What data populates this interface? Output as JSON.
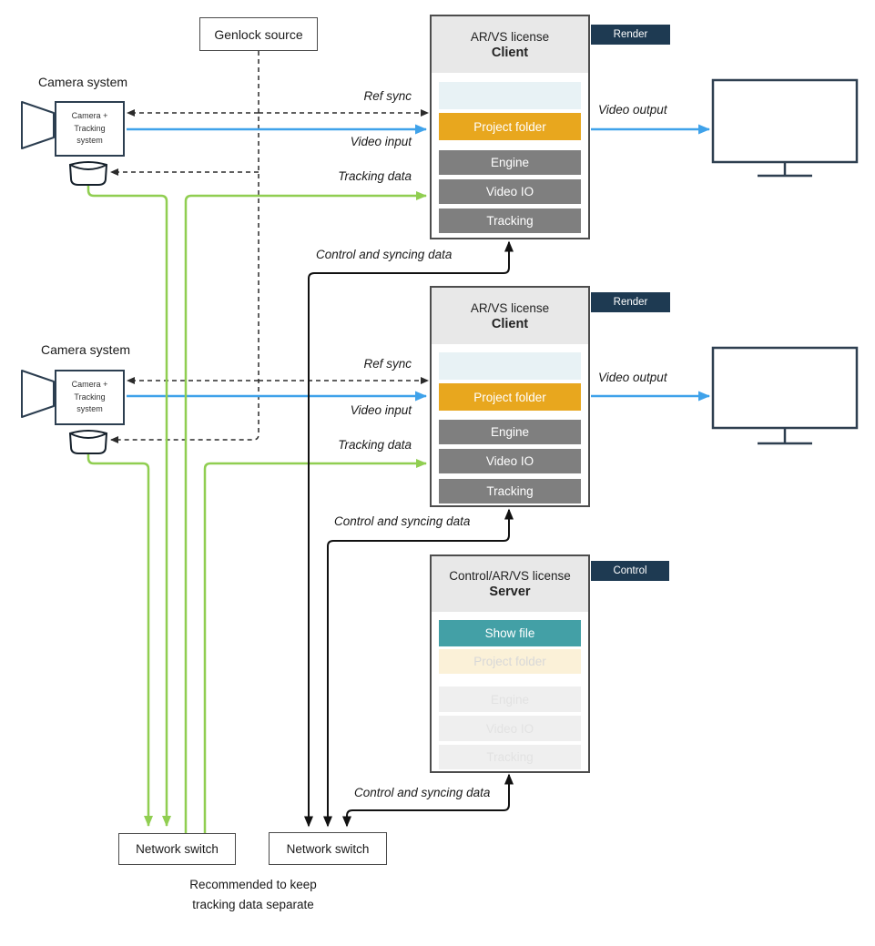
{
  "diagram": {
    "genlock": {
      "label": "Genlock source"
    },
    "cameras": [
      {
        "title": "Camera system",
        "device": "Camera + Tracking system"
      },
      {
        "title": "Camera system",
        "device": "Camera + Tracking system"
      }
    ],
    "clients": [
      {
        "license": "AR/VS license",
        "role": "Client",
        "tag": "Render",
        "rows": {
          "project_folder": "Project folder",
          "engine": "Engine",
          "video_io": "Video IO",
          "tracking": "Tracking"
        }
      },
      {
        "license": "AR/VS license",
        "role": "Client",
        "tag": "Render",
        "rows": {
          "project_folder": "Project folder",
          "engine": "Engine",
          "video_io": "Video IO",
          "tracking": "Tracking"
        }
      }
    ],
    "server": {
      "license": "Control/AR/VS license",
      "role": "Server",
      "tag": "Control",
      "rows": {
        "show_file": "Show file",
        "project_folder": "Project folder",
        "engine": "Engine",
        "video_io": "Video IO",
        "tracking": "Tracking"
      }
    },
    "switches": [
      {
        "label": "Network switch"
      },
      {
        "label": "Network switch"
      }
    ],
    "edge_labels": {
      "ref_sync_1": "Ref sync",
      "video_input_1": "Video input",
      "tracking_data_1": "Tracking data",
      "control_1": "Control and syncing data",
      "video_output_1": "Video output",
      "ref_sync_2": "Ref sync",
      "video_input_2": "Video input",
      "tracking_data_2": "Tracking data",
      "control_2": "Control and syncing data",
      "video_output_2": "Video output",
      "control_3": "Control and syncing data"
    },
    "note": {
      "line1": "Recommended to keep",
      "line2": "tracking data separate"
    },
    "colors": {
      "orange": "#E8A71E",
      "teal": "#43A0A6",
      "tag_navy": "#1E3A52",
      "row_gray": "#7F7F7F",
      "video_blue": "#3FA2EA",
      "tracking_green": "#90CE51",
      "control_black": "#111111",
      "pale_blue": "#E8F2F5",
      "cream": "#FBF1D8",
      "header_gray": "#E8E8E8"
    }
  }
}
